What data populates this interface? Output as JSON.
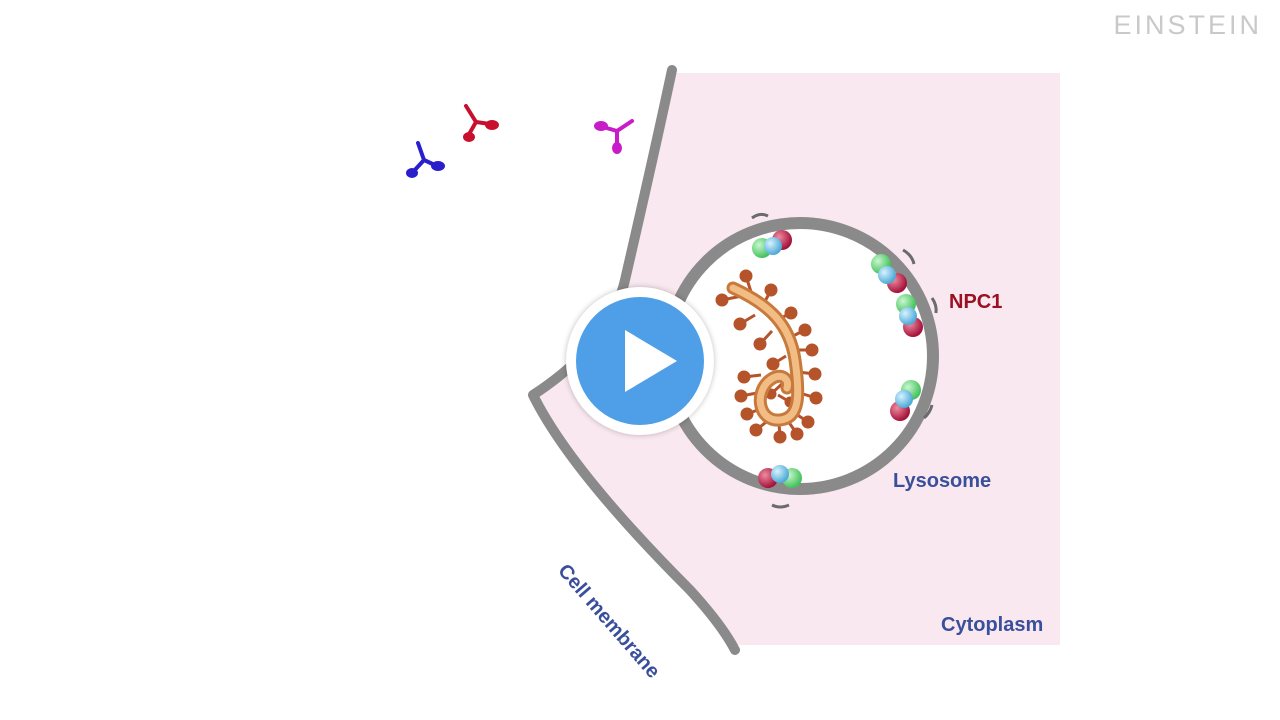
{
  "brand": "EINSTEIN",
  "labels": {
    "npc1": "NPC1",
    "lysosome": "Lysosome",
    "cytoplasm": "Cytoplasm",
    "cell_membrane": "Cell membrane"
  },
  "colors": {
    "cytoplasm_fill": "#f9e8ef",
    "membrane": "#8a8a8a",
    "npc1_label": "#9b1023",
    "blue_labels": "#3a4f9c",
    "play_button": "#4f9fe8",
    "virus": "#e8a868",
    "virus_spikes": "#b5532a",
    "antibody_blue": "#2a1fcc",
    "antibody_red": "#c8102e",
    "antibody_magenta": "#c81cc8"
  },
  "icons": {
    "play": "play-icon"
  }
}
